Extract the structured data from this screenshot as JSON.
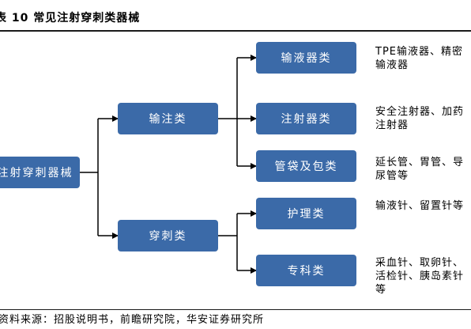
{
  "title": {
    "prefix": "表",
    "number": "10",
    "text": "常见注射穿刺类器械"
  },
  "nodes": {
    "root": "注射穿刺器械",
    "infusion": "输注类",
    "puncture": "穿刺类",
    "infusion_set": "输液器类",
    "syringe": "注射器类",
    "tubes_bags": "管袋及包类",
    "care": "护理类",
    "specialty": "专科类"
  },
  "notes": {
    "infusion_set": "TPE输液器、精密输液器",
    "syringe": "安全注射器、加药注射器",
    "tubes_bags": "延长管、胃管、导尿管等",
    "care": "输液针、留置针等",
    "specialty": "采血针、取卵针、活检针、胰岛素针等"
  },
  "source": "资料来源：招股说明书，前瞻研究院，华安证券研究所",
  "colors": {
    "node_fill": "#3b6aa8",
    "node_text": "#ffffff",
    "line": "#000000"
  }
}
